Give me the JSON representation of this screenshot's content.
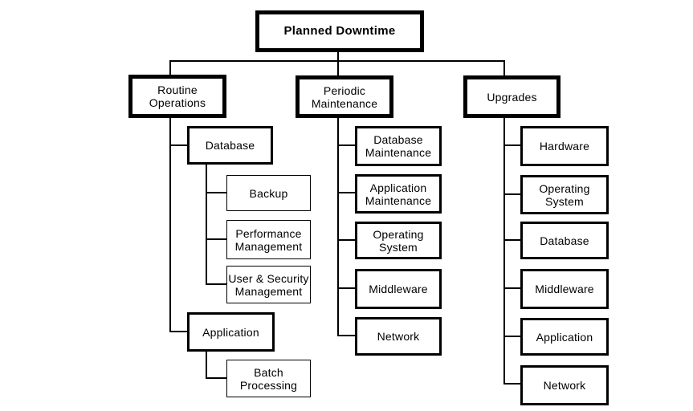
{
  "figure": {
    "type": "org-chart",
    "background_color": "#ffffff",
    "line_color": "#000000",
    "box_fill": "#ffffff",
    "box_border_color": "#000000"
  },
  "tree": {
    "root": {
      "label": "Planned Downtime"
    },
    "branches": [
      {
        "label": "Routine\nOperations",
        "children": [
          {
            "label": "Database",
            "children": [
              {
                "label": "Backup"
              },
              {
                "label": "Performance\nManagement"
              },
              {
                "label": "User & Security\nManagement"
              }
            ]
          },
          {
            "label": "Application",
            "children": [
              {
                "label": "Batch\nProcessing"
              }
            ]
          }
        ]
      },
      {
        "label": "Periodic\nMaintenance",
        "children": [
          {
            "label": "Database\nMaintenance"
          },
          {
            "label": "Application\nMaintenance"
          },
          {
            "label": "Operating\nSystem"
          },
          {
            "label": "Middleware"
          },
          {
            "label": "Network"
          }
        ]
      },
      {
        "label": "Upgrades",
        "children": [
          {
            "label": "Hardware"
          },
          {
            "label": "Operating\nSystem"
          },
          {
            "label": "Database"
          },
          {
            "label": "Middleware"
          },
          {
            "label": "Application"
          },
          {
            "label": "Network"
          }
        ]
      }
    ]
  }
}
